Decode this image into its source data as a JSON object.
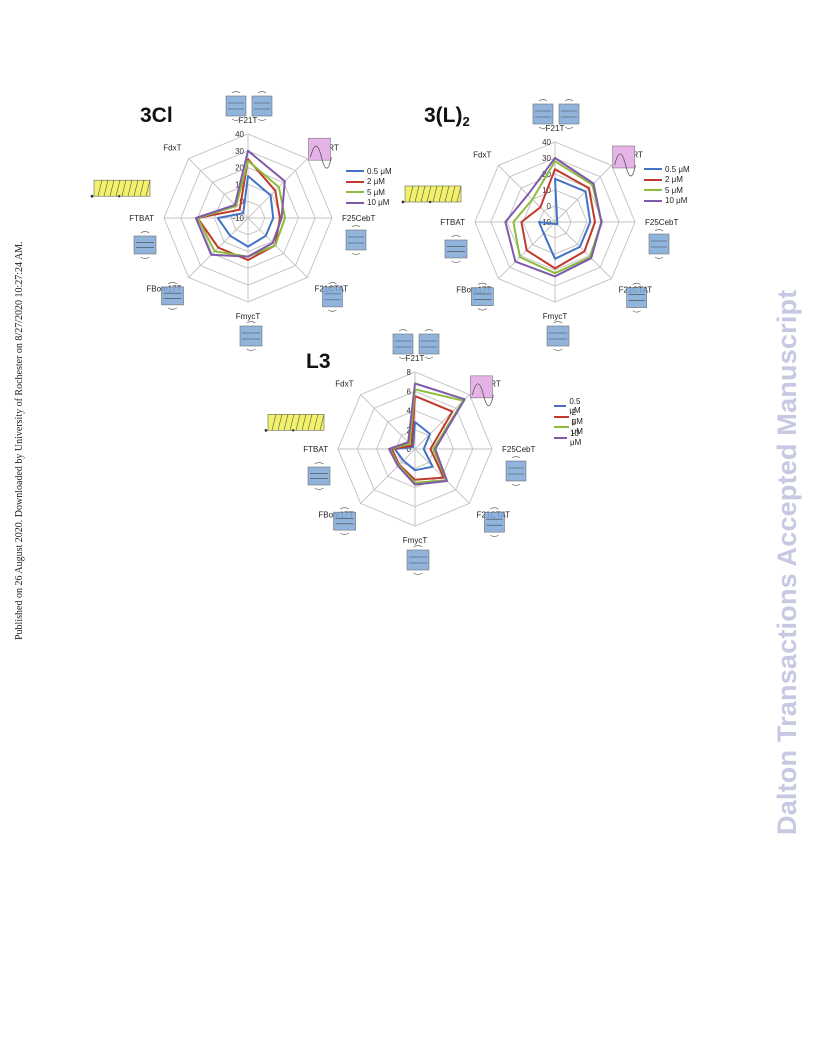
{
  "side_note": "Published on 26 August 2020. Downloaded by University of Rochester on 8/27/2020 10:27:24 AM.",
  "watermark": "Dalton Transactions Accepted Manuscript",
  "colors": {
    "series": [
      "#4472c4",
      "#c0392b",
      "#8dbb3c",
      "#7f5aa8"
    ],
    "grid": "#c0c0c0",
    "g4_icon": "#7ea7d8",
    "duplex_icon": "#e6b3e8",
    "ss_icon": "#f2f26a"
  },
  "chart_data": [
    {
      "id": "3cl",
      "type": "radar",
      "title": "3Cl",
      "title_sub": "",
      "categories": [
        "F21T",
        "F21RT",
        "F25CebT",
        "F21CTAT",
        "FmycT",
        "FBom17T",
        "FTBAT",
        "FdxT"
      ],
      "rlim": [
        -10,
        40
      ],
      "ticks": [
        "-10",
        "0",
        "10",
        "20",
        "30",
        "40"
      ],
      "series": [
        {
          "name": "0.5 μM",
          "values": [
            15,
            9,
            5,
            5,
            7,
            5,
            8,
            -6
          ]
        },
        {
          "name": "2 μM",
          "values": [
            25,
            13,
            9,
            13,
            15,
            15,
            20,
            -3
          ]
        },
        {
          "name": "5 μM",
          "values": [
            24,
            16,
            12,
            13,
            13,
            18,
            20,
            0
          ]
        },
        {
          "name": "10 μM",
          "values": [
            30,
            21,
            10,
            11,
            13,
            21,
            21,
            1
          ]
        }
      ]
    },
    {
      "id": "3l2",
      "type": "radar",
      "title": "3(L)",
      "title_sub": "2",
      "categories": [
        "F21T",
        "F21RT",
        "F25CebT",
        "F21CTAT",
        "FmycT",
        "FBom17T",
        "FTBAT",
        "FdxT"
      ],
      "rlim": [
        -10,
        40
      ],
      "ticks": [
        "-10",
        "0",
        "10",
        "20",
        "30",
        "40"
      ],
      "series": [
        {
          "name": "0.5 μM",
          "values": [
            17,
            17,
            12,
            12,
            13,
            0,
            0,
            -12
          ]
        },
        {
          "name": "2 μM",
          "values": [
            23,
            20,
            15,
            16,
            19,
            15,
            11,
            3
          ]
        },
        {
          "name": "5 μM",
          "values": [
            28,
            23,
            19,
            21,
            22,
            21,
            16,
            10
          ]
        },
        {
          "name": "10 μM",
          "values": [
            30,
            24,
            19,
            22,
            24,
            25,
            21,
            14
          ]
        }
      ]
    },
    {
      "id": "l3",
      "type": "radar",
      "title": "L3",
      "title_sub": "",
      "categories": [
        "F21T",
        "F21RT",
        "F25CebT",
        "F21CTAT",
        "FmycT",
        "FBom17T",
        "FTBAT",
        "FdxT"
      ],
      "rlim": [
        0,
        8
      ],
      "ticks": [
        "0",
        "2",
        "4",
        "6",
        "8"
      ],
      "series": [
        {
          "name": "0.5 μM",
          "values": [
            2.8,
            2.2,
            0.9,
            2.6,
            2.2,
            1.7,
            2.1,
            0.3
          ]
        },
        {
          "name": "2 μM",
          "values": [
            5.5,
            5.5,
            1.6,
            4.2,
            3.2,
            2.3,
            2.4,
            0.5
          ]
        },
        {
          "name": "5 μM",
          "values": [
            6.2,
            7.1,
            1.9,
            4.6,
            3.5,
            2.4,
            2.6,
            0.8
          ]
        },
        {
          "name": "10 μM",
          "values": [
            6.8,
            7.3,
            2.1,
            4.7,
            3.7,
            2.5,
            2.7,
            1.0
          ]
        }
      ]
    }
  ]
}
